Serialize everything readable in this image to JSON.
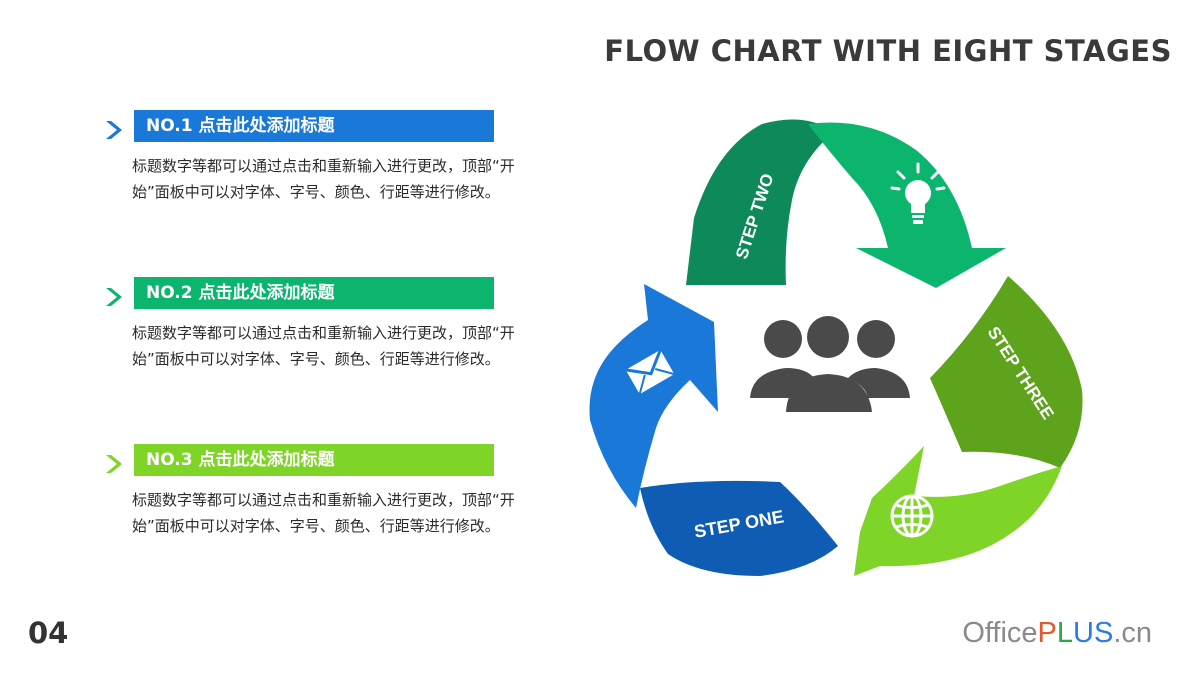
{
  "title": "FLOW CHART WITH EIGHT STAGES",
  "items": [
    {
      "heading": "NO.1 点击此处添加标题",
      "text": "标题数字等都可以通过点击和重新输入进行更改，顶部“开始”面板中可以对字体、字号、颜色、行距等进行修改。",
      "color": "#1a78d8",
      "chevron_color": "#1a78d8"
    },
    {
      "heading": "NO.2 点击此处添加标题",
      "text": "标题数字等都可以通过点击和重新输入进行更改，顶部“开始”面板中可以对字体、字号、颜色、行距等进行修改。",
      "color": "#0bb56e",
      "chevron_color": "#0bb56e"
    },
    {
      "heading": "NO.3 点击此处添加标题",
      "text": "标题数字等都可以通过点击和重新输入进行更改，顶部“开始”面板中可以对字体、字号、颜色、行距等进行修改。",
      "color": "#7fd428",
      "chevron_color": "#7fd428"
    }
  ],
  "steps": {
    "one": "STEP ONE",
    "two": "STEP TWO",
    "three": "STEP THREE"
  },
  "icons": {
    "center": "people-group-icon",
    "mail": "mail-icon",
    "bulb": "lightbulb-icon",
    "globe": "globe-icon"
  },
  "colors": {
    "dark_blue": "#0f5cb5",
    "blue": "#1a78d8",
    "dark_green": "#0e8a5a",
    "green": "#0bb56e",
    "olive": "#5ea31c",
    "lime": "#7fd428",
    "icon_gray": "#4a4a4a"
  },
  "page_number": "04",
  "brand": {
    "part1": "Office",
    "part2": "P",
    "part3": "L",
    "part4": "US",
    "part5": ".cn"
  }
}
